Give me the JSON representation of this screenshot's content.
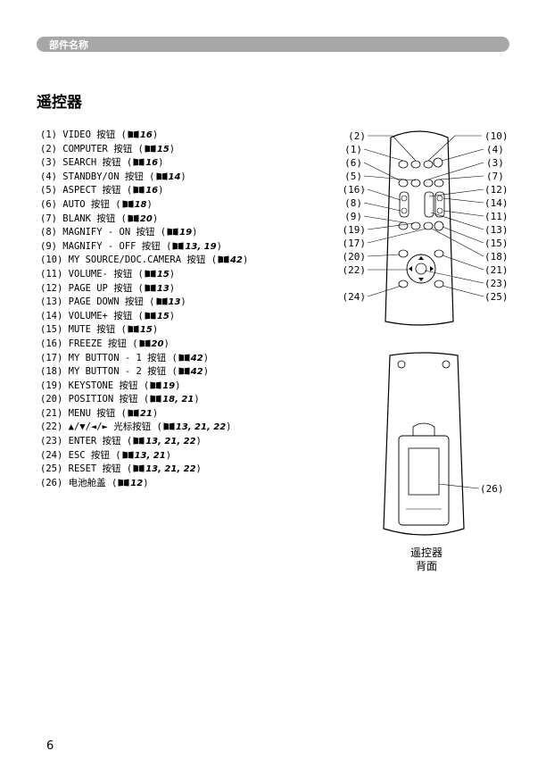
{
  "header": {
    "title": "部件名称"
  },
  "section": {
    "title": "遥控器"
  },
  "items": [
    {
      "num": "(1)",
      "label": "VIDEO 按钮",
      "ref": "16"
    },
    {
      "num": "(2)",
      "label": "COMPUTER 按钮",
      "ref": "15"
    },
    {
      "num": "(3)",
      "label": "SEARCH 按钮",
      "ref": "16"
    },
    {
      "num": "(4)",
      "label": "STANDBY/ON 按钮",
      "ref": "14"
    },
    {
      "num": "(5)",
      "label": "ASPECT 按钮",
      "ref": "16"
    },
    {
      "num": "(6)",
      "label": "AUTO 按钮",
      "ref": "18"
    },
    {
      "num": "(7)",
      "label": "BLANK 按钮",
      "ref": "20"
    },
    {
      "num": "(8)",
      "label": "MAGNIFY - ON 按钮",
      "ref": "19"
    },
    {
      "num": "(9)",
      "label": "MAGNIFY - OFF 按钮",
      "ref": "13, 19"
    },
    {
      "num": "(10)",
      "label": "MY SOURCE/DOC.CAMERA 按钮",
      "ref": "42"
    },
    {
      "num": "(11)",
      "label": "VOLUME- 按钮",
      "ref": "15"
    },
    {
      "num": "(12)",
      "label": "PAGE UP 按钮",
      "ref": "13"
    },
    {
      "num": "(13)",
      "label": "PAGE DOWN 按钮",
      "ref": "13"
    },
    {
      "num": "(14)",
      "label": "VOLUME+ 按钮",
      "ref": "15"
    },
    {
      "num": "(15)",
      "label": "MUTE 按钮",
      "ref": "15"
    },
    {
      "num": "(16)",
      "label": "FREEZE 按钮",
      "ref": "20"
    },
    {
      "num": "(17)",
      "label": "MY BUTTON - 1 按钮",
      "ref": "42"
    },
    {
      "num": "(18)",
      "label": "MY BUTTON - 2 按钮",
      "ref": "42"
    },
    {
      "num": "(19)",
      "label": "KEYSTONE 按钮",
      "ref": "19"
    },
    {
      "num": "(20)",
      "label": "POSITION 按钮",
      "ref": "18, 21"
    },
    {
      "num": "(21)",
      "label": "MENU 按钮",
      "ref": "21"
    },
    {
      "num": "(22)",
      "label": "▲/▼/◄/► 光标按钮",
      "ref": "13, 21, 22"
    },
    {
      "num": "(23)",
      "label": "ENTER 按钮",
      "ref": "13, 21, 22"
    },
    {
      "num": "(24)",
      "label": "ESC 按钮",
      "ref": "13, 21"
    },
    {
      "num": "(25)",
      "label": "RESET 按钮",
      "ref": "13, 21, 22"
    },
    {
      "num": "(26)",
      "label": "电池舱盖",
      "ref": "12"
    }
  ],
  "callouts_left": [
    "(2)",
    "(1)",
    "(6)",
    "(5)",
    "(16)",
    "(8)",
    "(9)",
    "(19)",
    "(17)",
    "(20)",
    "(22)",
    "(24)"
  ],
  "callouts_right": [
    "(10)",
    "(4)",
    "(3)",
    "(7)",
    "(12)",
    "(14)",
    "(11)",
    "(13)",
    "(15)",
    "(18)",
    "(21)",
    "(23)",
    "(25)"
  ],
  "callout_back": "(26)",
  "back_caption": {
    "line1": "遥控器",
    "line2": "背面"
  },
  "page_number": "6"
}
